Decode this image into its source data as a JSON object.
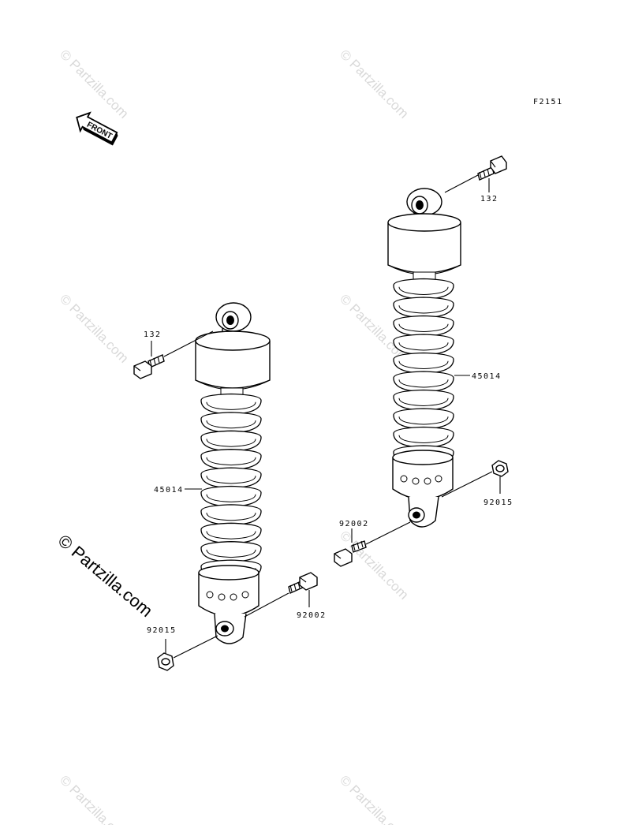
{
  "figure_code": "F2151",
  "front_label": "FRONT",
  "watermark": "© Partzilla.com",
  "callouts": {
    "bolt_upper_right": "132",
    "shock_right": "45014",
    "nut_right": "92015",
    "bolt_lower_right": "92002",
    "bolt_upper_left": "132",
    "shock_left": "45014",
    "bolt_lower_left": "92002",
    "nut_left": "92015"
  },
  "colors": {
    "line": "#000000",
    "watermark": "#d9d9d9"
  }
}
